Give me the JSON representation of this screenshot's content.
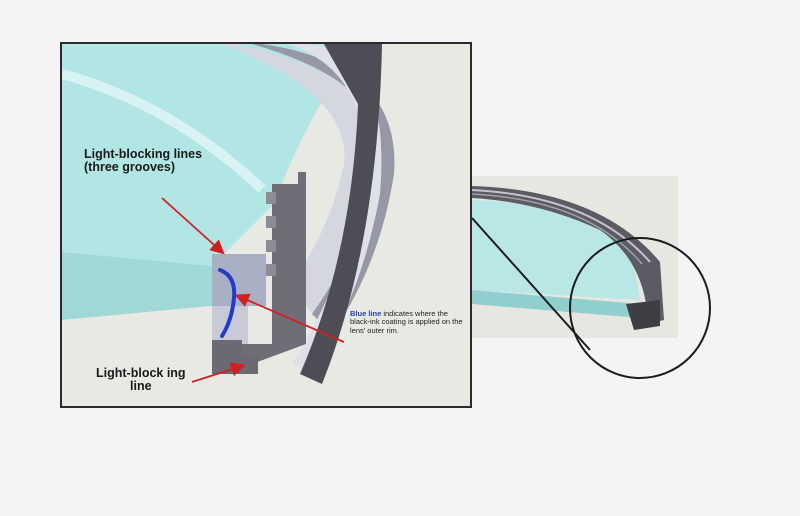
{
  "labels": {
    "grooves": "Light-blocking  lines\n(three grooves)",
    "line": "Light-block ing\nline",
    "blue_line_term": "Blue line",
    "blue_line_text": " indicates where the black-ink coating is applied on the lens' outer rim."
  },
  "colors": {
    "lens": "#a9e3e2",
    "lens_light": "#c7eeee",
    "rim_dark": "#47464d",
    "rim_mid": "#6c6b73",
    "rim_light": "#b9bbc7",
    "arrow": "#d21f1f",
    "blue_line": "#1f3ed0"
  }
}
